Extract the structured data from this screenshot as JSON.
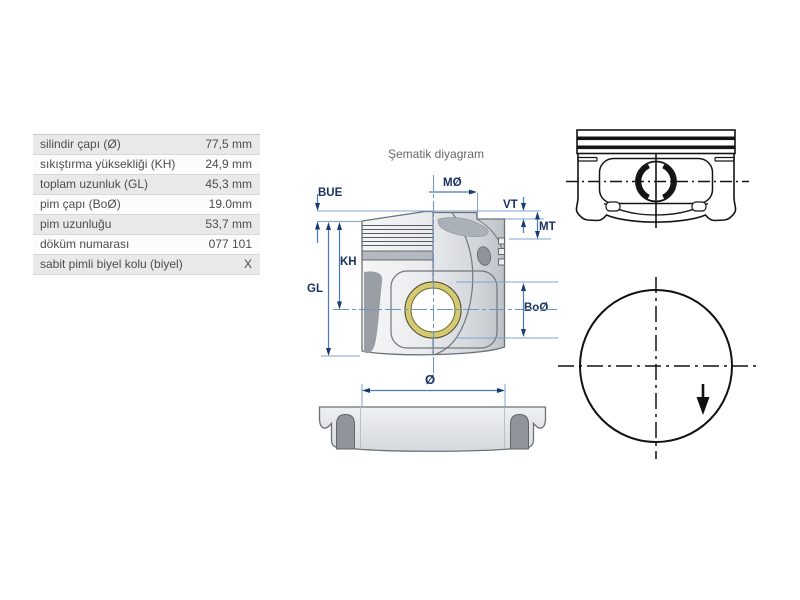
{
  "schematic": {
    "title": "Şematik diyagram",
    "dimension_labels": {
      "bue": "BUE",
      "mo": "MØ",
      "vt": "VT",
      "mt": "MT",
      "kh": "KH",
      "gl": "GL",
      "bo": "BoØ",
      "dia": "Ø"
    },
    "colors": {
      "dimension_line": "#4a7ab5",
      "reference_line": "#7fa3cc",
      "center_line": "#6f94c4",
      "arrow_and_label": "#173c74",
      "drawing_outline": "#6b7177",
      "black_view_line": "#141414",
      "pin_ring_yellow": "#d5c96f"
    }
  },
  "spec_table": {
    "rows": [
      {
        "label": "silindir çapı (Ø)",
        "value": "77,5 mm"
      },
      {
        "label": "sıkıştırma yüksekliği (KH)",
        "value": "24,9 mm"
      },
      {
        "label": "toplam uzunluk (GL)",
        "value": "45,3 mm"
      },
      {
        "label": "pim çapı (BoØ)",
        "value": "19.0mm"
      },
      {
        "label": "pim uzunluğu",
        "value": "53,7 mm"
      },
      {
        "label": "döküm numarası",
        "value": "077 101"
      },
      {
        "label": "sabit pimli biyel kolu (biyel)",
        "value": "X"
      }
    ]
  }
}
